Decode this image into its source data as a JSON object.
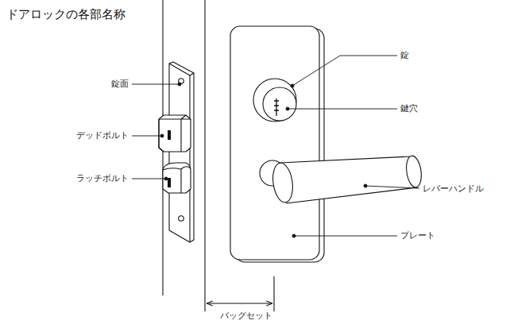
{
  "diagram": {
    "title": "ドアロックの各部名称",
    "labels": [
      "錠面",
      "デッドボルト",
      "ラッチボルト",
      "錠",
      "鍵穴",
      "レバーハンドル",
      "プレート",
      "バッグセット"
    ]
  }
}
